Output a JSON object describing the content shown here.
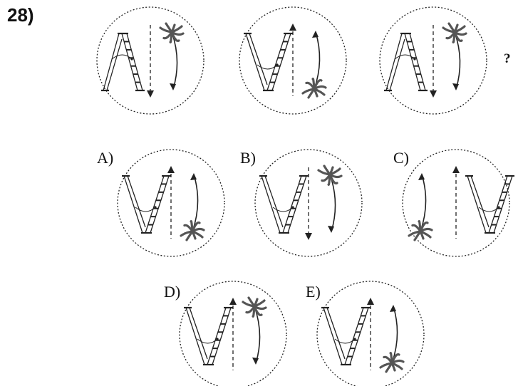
{
  "question": {
    "number": "28)",
    "missing_mark": "?"
  },
  "sequence": [
    {
      "ladder": "A",
      "arrow": "down",
      "tree": "top",
      "tree_arrow": "down"
    },
    {
      "ladder": "V",
      "arrow": "up",
      "tree": "bottom",
      "tree_arrow": "up"
    },
    {
      "ladder": "A",
      "arrow": "down",
      "tree": "top",
      "tree_arrow": "down"
    }
  ],
  "options": [
    {
      "label": "A)",
      "ladder": "V",
      "arrow": "up",
      "tree": "bottom",
      "tree_arrow": "up",
      "tree_side": "right"
    },
    {
      "label": "B)",
      "ladder": "V",
      "arrow": "down",
      "tree": "top",
      "tree_arrow": "down",
      "tree_side": "right"
    },
    {
      "label": "C)",
      "ladder": "V",
      "arrow": "up",
      "tree": "bottom",
      "tree_arrow": "up",
      "tree_side": "left"
    },
    {
      "label": "D)",
      "ladder": "V",
      "arrow": "up",
      "tree": "top",
      "tree_arrow": "down",
      "tree_side": "right"
    },
    {
      "label": "E)",
      "ladder": "V",
      "arrow": "up",
      "tree": "bottom",
      "tree_arrow": "up",
      "tree_side": "right"
    }
  ]
}
